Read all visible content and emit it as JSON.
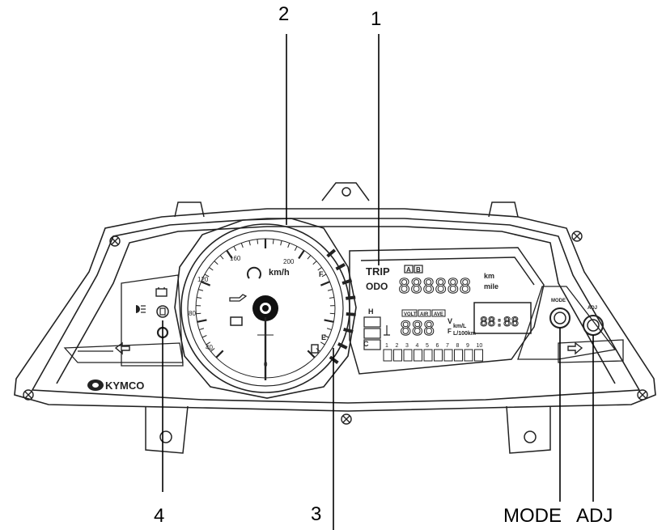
{
  "callouts": {
    "c1": "1",
    "c2": "2",
    "c3": "3",
    "c4": "4",
    "mode": "MODE",
    "adj": "ADJ"
  },
  "brand": "KYMCO",
  "speedometer": {
    "unit": "km/h",
    "ticks": [
      "0",
      "40",
      "80",
      "120",
      "160",
      "200"
    ]
  },
  "lcd": {
    "trip_label": "TRIP",
    "odo_label": "ODO",
    "trip_a": "A",
    "trip_b": "B",
    "odo_digits": "888888",
    "unit_km": "km",
    "unit_mile": "mile",
    "volt_tag": "VOLT",
    "air_tag": "AIR",
    "ave_tag": "AVE",
    "center_digits": "888",
    "unit_v": "V",
    "unit_kmh_small": "km/L",
    "unit_f": "F",
    "unit_l100": "L/100km",
    "clock_digits": "88:88",
    "fuel_full": "F",
    "fuel_empty": "E",
    "temp_hot": "H",
    "temp_cold": "C",
    "gear_numbers": [
      "1",
      "2",
      "3",
      "4",
      "5",
      "6",
      "7",
      "8",
      "9",
      "10"
    ]
  },
  "buttons": {
    "mode_label": "MODE",
    "adj_label": "ADJ"
  }
}
